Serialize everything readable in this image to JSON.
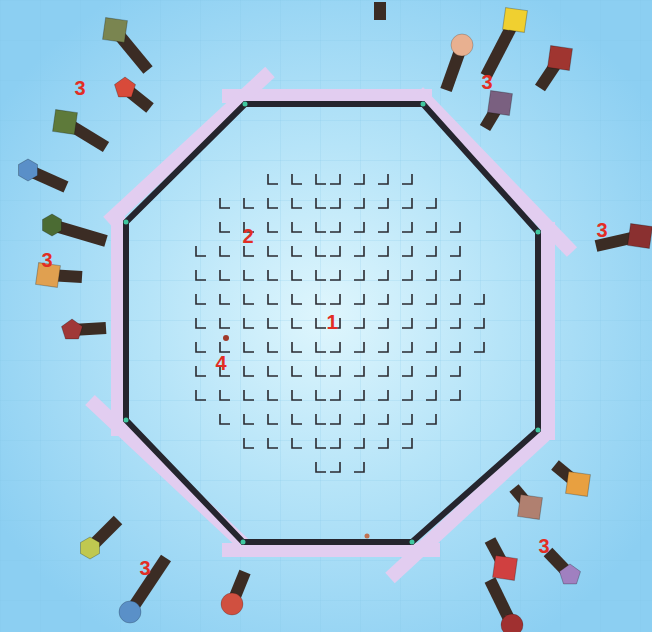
{
  "diagram": {
    "labels": [
      "3",
      "3",
      "3",
      "2",
      "3",
      "1",
      "4",
      "3",
      "3"
    ]
  }
}
